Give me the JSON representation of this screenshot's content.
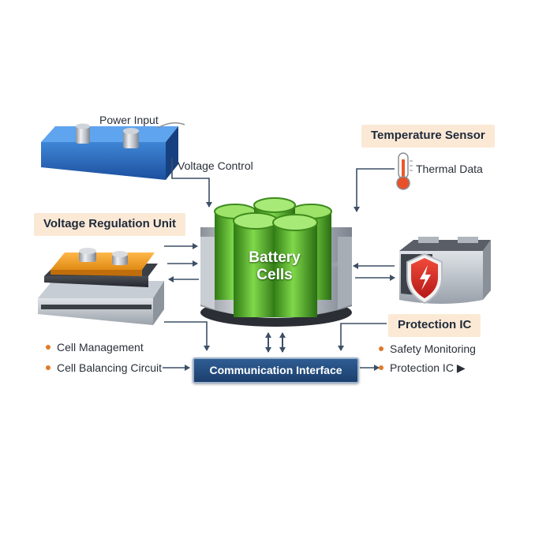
{
  "labels": {
    "power_input": "Power Input",
    "voltage_control": "Voltage Control",
    "temperature_sensor": "Temperature Sensor",
    "thermal_data": "Thermal Data",
    "voltage_regulation_unit": "Voltage Regulation Unit",
    "battery_cells_line1": "Battery",
    "battery_cells_line2": "Cells",
    "protection_ic": "Protection IC",
    "cell_management": "Cell Management",
    "cell_balancing_circuit": "Cell Balancing Circuit",
    "communication_interface": "Communication Interface",
    "safety_monitoring": "Safety Monitoring",
    "protection_ic_bullet": "Protection IC ▶"
  },
  "icons": {
    "power_input": "power-input-module-icon",
    "thermometer": "thermometer-icon",
    "regulator": "voltage-regulator-board-icon",
    "battery": "battery-cell-pack-icon",
    "protection": "protection-ic-shield-icon",
    "bidirectional": "bidirectional-arrows-icon"
  },
  "colors": {
    "tag_fill": "#fbe9d6",
    "arrow": "#3d4f66",
    "cell_green": "#4caf2a",
    "bullet": "#e07a2a",
    "comm_box": "#1f4775",
    "shield_red": "#d92b2b"
  }
}
